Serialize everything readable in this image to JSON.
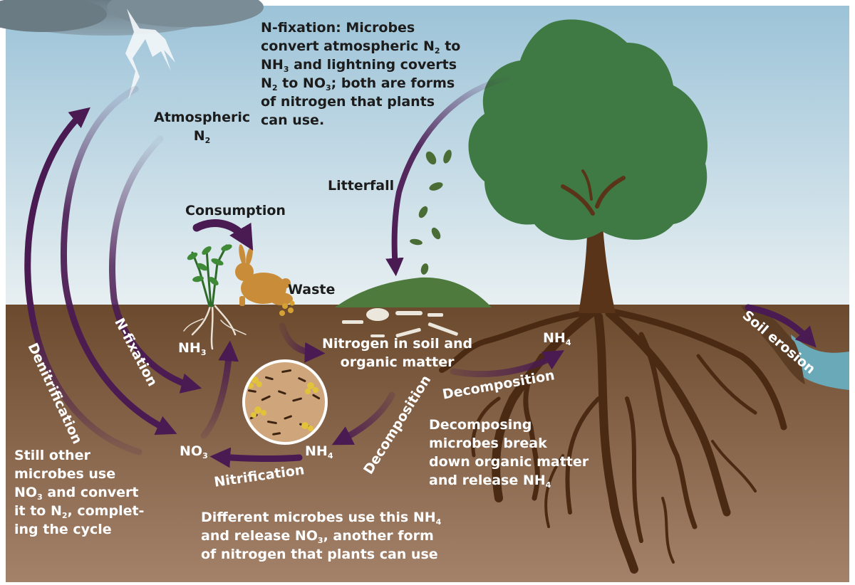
{
  "labels": {
    "nfix_note": {
      "l1a": "N-fixation: Microbes",
      "l2a": "convert atmospheric N",
      "l2s": "2",
      "l2b": " to",
      "l3a": "NH",
      "l3s": "3",
      "l3b": " and lightning coverts",
      "l4a": "N",
      "l4s": "2",
      "l4b": " to NO",
      "l4s2": "3",
      "l4c": "; both are forms",
      "l5a": "of nitrogen that plants",
      "l6a": "can use."
    },
    "atmospheric": {
      "l1": "Atmospheric",
      "l2": "N",
      "l2s": "2"
    },
    "litterfall": "Litterfall",
    "consumption": "Consumption",
    "waste": "Waste",
    "nfixation": "N-fixation",
    "denitrification": "Denitrification",
    "nh3": {
      "main": "NH",
      "sub": "3"
    },
    "soil_pool": {
      "l1": "Nitrogen in soil and",
      "l2": "organic matter"
    },
    "nh4_right": {
      "main": "NH",
      "sub": "4"
    },
    "decomposition_right": "Decomposition",
    "soil_erosion": "Soil erosion",
    "decomposition_left": "Decomposition",
    "nh4_center": {
      "main": "NH",
      "sub": "4"
    },
    "no3": {
      "main": "NO",
      "sub": "3"
    },
    "nitrification": "Nitrification",
    "decomposers_note": {
      "l1": "Decomposing",
      "l2": "microbes break",
      "l3": "down organic matter",
      "l4a": "and release NH",
      "l4s": "4"
    },
    "denit_note": {
      "l1": "Still other",
      "l2": "microbes use",
      "l3a": "NO",
      "l3s": "3",
      "l3b": " and  convert",
      "l4a": "it to N",
      "l4s": "2",
      "l4b": ", complet-",
      "l5": "ing the cycle"
    },
    "nitrif_note": {
      "l1a": "Different microbes use this NH",
      "l1s": "4",
      "l2a": "and release NO",
      "l2s": "3",
      "l2b": ", another form",
      "l3": "of nitrogen that plants can use"
    }
  },
  "colors": {
    "sky_top": "#9cc3d8",
    "sky_bottom": "#e9f0f2",
    "soil_top": "#6b4a2e",
    "soil_bottom": "#a4826a",
    "arrow": "#4a1a52",
    "tree_foliage": "#3f7a44",
    "tree_trunk": "#5a3418",
    "rabbit": "#c98d3a",
    "water": "#6aa9b8",
    "mound": "#4e7a3e"
  }
}
